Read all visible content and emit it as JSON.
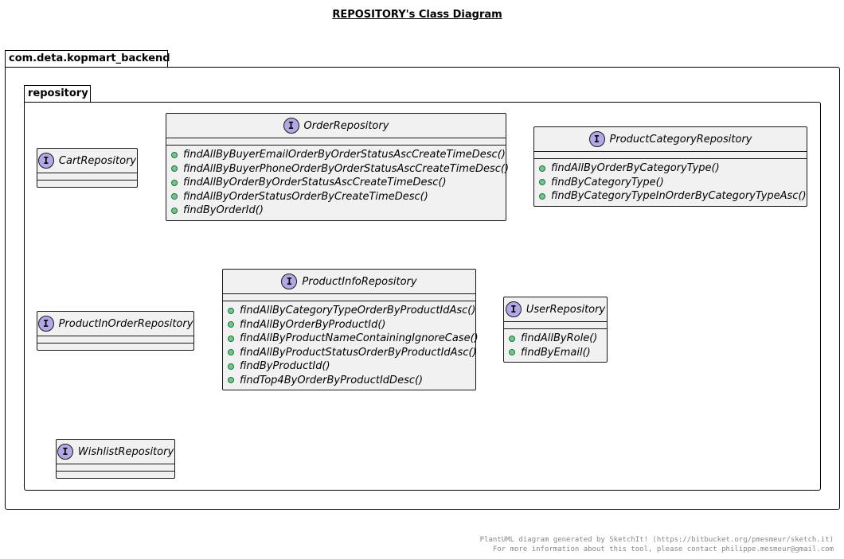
{
  "title": "REPOSITORY's Class Diagram",
  "packages": {
    "outer": "com.deta.kopmart_backend",
    "inner": "repository"
  },
  "badge_letter": "I",
  "classes": [
    {
      "name": "CartRepository",
      "methods": []
    },
    {
      "name": "OrderRepository",
      "methods": [
        "findAllByBuyerEmailOrderByOrderStatusAscCreateTimeDesc()",
        "findAllByBuyerPhoneOrderByOrderStatusAscCreateTimeDesc()",
        "findAllByOrderByOrderStatusAscCreateTimeDesc()",
        "findAllByOrderStatusOrderByCreateTimeDesc()",
        "findByOrderId()"
      ]
    },
    {
      "name": "ProductCategoryRepository",
      "methods": [
        "findAllByOrderByCategoryType()",
        "findByCategoryType()",
        "findByCategoryTypeInOrderByCategoryTypeAsc()"
      ]
    },
    {
      "name": "ProductInOrderRepository",
      "methods": []
    },
    {
      "name": "ProductInfoRepository",
      "methods": [
        "findAllByCategoryTypeOrderByProductIdAsc()",
        "findAllByOrderByProductId()",
        "findAllByProductNameContainingIgnoreCase()",
        "findAllByProductStatusOrderByProductIdAsc()",
        "findByProductId()",
        "findTop4ByOrderByProductIdDesc()"
      ]
    },
    {
      "name": "UserRepository",
      "methods": [
        "findAllByRole()",
        "findByEmail()"
      ]
    },
    {
      "name": "WishlistRepository",
      "methods": []
    }
  ],
  "footer": {
    "line1": "PlantUML diagram generated by SketchIt! (https://bitbucket.org/pmesmeur/sketch.it)",
    "line2": "For more information about this tool, please contact philippe.mesmeur@gmail.com"
  },
  "colors": {
    "class_fill": "#f1f1f1",
    "interface_badge": "#b4a7e5",
    "method_dot": "#84be84"
  }
}
